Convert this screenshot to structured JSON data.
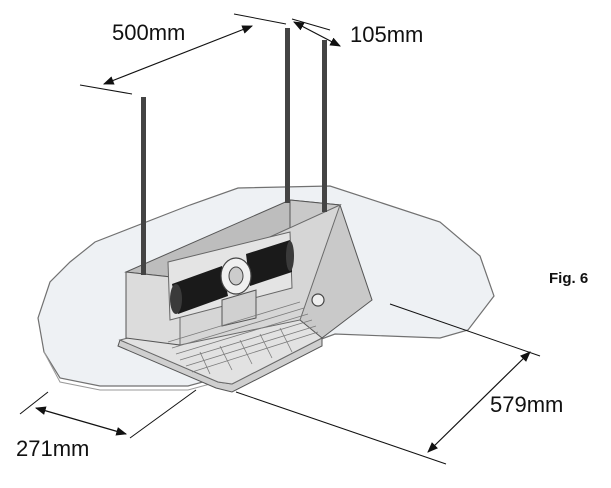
{
  "figure": {
    "label": "Fig. 6"
  },
  "dimensions": {
    "rod_spacing_long": "500mm",
    "rod_spacing_short": "105mm",
    "panel_depth": "271mm",
    "unit_length": "579mm"
  },
  "colors": {
    "glass_fill": "#eef1f4",
    "glass_stroke": "#6a6a6a",
    "housing_front": "#dcdcdc",
    "housing_side": "#c9c9c9",
    "housing_top": "#bdbdbd",
    "roller": "#1a1a1a",
    "line": "#111111"
  }
}
